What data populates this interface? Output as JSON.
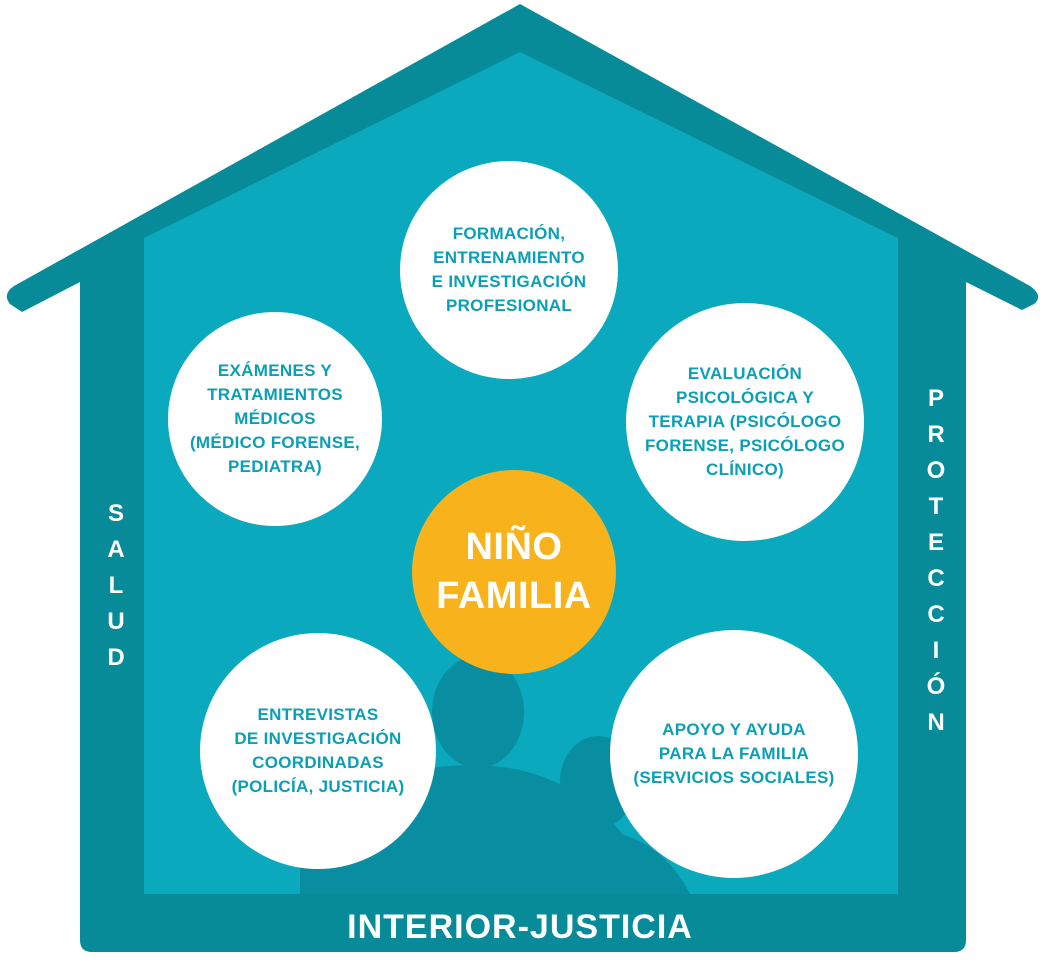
{
  "colors": {
    "outer": "#078b98",
    "inner": "#0aa9bd",
    "silhouette": "#088ea0",
    "circle": "#ffffff",
    "circle_text": "#0a9fb5",
    "center": "#f7b21c"
  },
  "center": {
    "lines": [
      "NIÑO",
      "FAMILIA"
    ]
  },
  "nodes": {
    "training": [
      "FORMACIÓN,",
      "ENTRENAMIENTO",
      "E INVESTIGACIÓN",
      "PROFESIONAL"
    ],
    "medical": [
      "EXÁMENES Y",
      "TRATAMIENTOS",
      "MÉDICOS",
      "(MÉDICO FORENSE,",
      "PEDIATRA)"
    ],
    "psychological": [
      "EVALUACIÓN",
      "PSICOLÓGICA Y",
      "TERAPIA (PSICÓLOGO",
      "FORENSE, PSICÓLOGO",
      "CLÍNICO)"
    ],
    "interviews": [
      "ENTREVISTAS",
      "DE INVESTIGACIÓN",
      "COORDINADAS",
      "(POLICÍA, JUSTICIA)"
    ],
    "family_support": [
      "APOYO Y AYUDA",
      "PARA LA FAMILIA",
      "(SERVICIOS SOCIALES)"
    ]
  },
  "side_labels": {
    "left": "SALUD",
    "right": "PROTECCIÓN",
    "bottom": "INTERIOR-JUSTICIA"
  },
  "icons": {
    "silhouette": "adult-and-child-silhouette"
  }
}
